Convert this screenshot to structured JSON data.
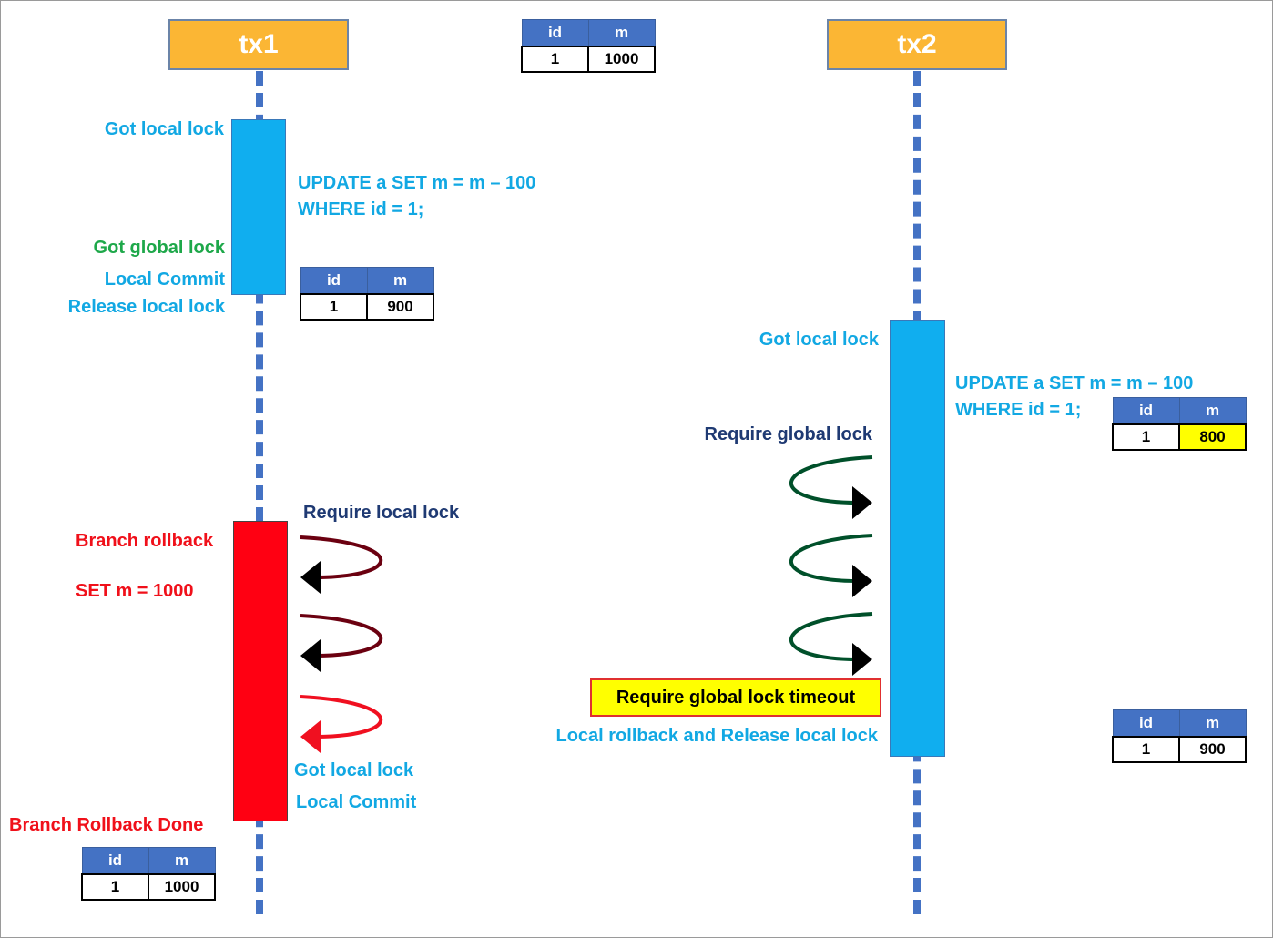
{
  "diagram": {
    "participants": [
      {
        "name": "tx1"
      },
      {
        "name": "tx2"
      }
    ],
    "table_header": {
      "id": "id",
      "m": "m"
    },
    "tables": {
      "initial": {
        "id": "1",
        "m": "1000"
      },
      "after_tx1_commit": {
        "id": "1",
        "m": "900"
      },
      "tx2_update": {
        "id": "1",
        "m": "800"
      },
      "tx2_final": {
        "id": "1",
        "m": "900"
      },
      "rollback_done": {
        "id": "1",
        "m": "1000"
      }
    },
    "tx1_labels": {
      "got_local_lock": "Got local lock",
      "update_line1": "UPDATE a SET m = m – 100",
      "update_line2": "WHERE id = 1;",
      "got_global_lock": "Got global lock",
      "local_commit": "Local Commit",
      "release_local_lock": "Release local lock",
      "require_local_lock": "Require local lock",
      "branch_rollback": "Branch rollback",
      "set_m": "SET m = 1000",
      "got_local_lock_2": "Got local lock",
      "local_commit_2": "Local Commit",
      "branch_rollback_done": "Branch Rollback Done"
    },
    "tx2_labels": {
      "got_local_lock": "Got local lock",
      "update_line1": "UPDATE a SET m = m – 100",
      "update_line2": "WHERE id = 1;",
      "require_global_lock": "Require global lock",
      "require_global_lock_timeout": "Require global lock timeout",
      "local_rollback": "Local rollback and Release local lock"
    },
    "colors": {
      "tx_box": "#fbb634",
      "lifeline": "#4472c4",
      "active_bar": "#10aeef",
      "rollback_bar": "#ff0012",
      "label_cyan": "#12a8e3",
      "label_green": "#1ea84a",
      "label_navy": "#1f3a73",
      "label_red": "#f0101a",
      "arrow_dark_red": "#6b0010",
      "arrow_red": "#f01020",
      "arrow_green": "#00502a",
      "highlight": "#ffff00"
    }
  }
}
